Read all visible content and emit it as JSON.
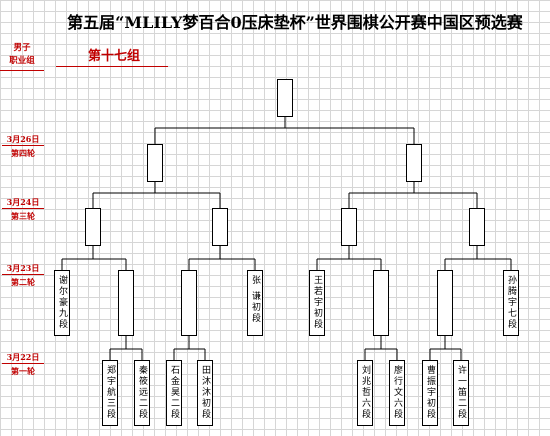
{
  "title": "第五届“MLILY梦百合0压床垫杯”世界围棋公开赛中国区预选赛",
  "group_label_line1": "男子",
  "group_label_line2": "职业组",
  "group_name": "第十七组",
  "rounds": [
    {
      "date": "3月26日",
      "name": "第四轮"
    },
    {
      "date": "3月24日",
      "name": "第三轮"
    },
    {
      "date": "3月23日",
      "name": "第二轮"
    },
    {
      "date": "3月22日",
      "name": "第一轮"
    }
  ],
  "players": {
    "r2_1": "谢尔豪九段",
    "r2_4": "张 谦初段",
    "r2_5": "王若宇初段",
    "r2_8": "孙腾宇七段",
    "r1_1": "郑宇航三段",
    "r1_2": "秦筱远二段",
    "r1_3": "石金昊二段",
    "r1_4": "田沐沐初段",
    "r1_5": "刘兆哲六段",
    "r1_6": "廖行文六段",
    "r1_7": "曹振宇初段",
    "r1_8": "许一笛二段"
  }
}
